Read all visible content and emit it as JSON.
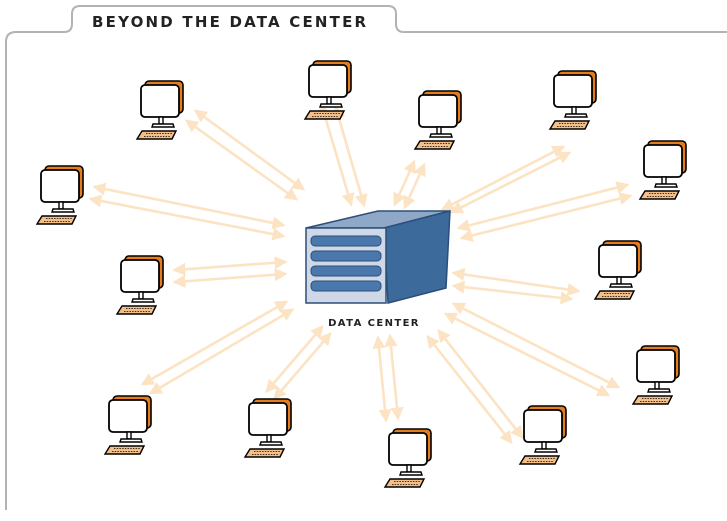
{
  "title": "BEYOND THE DATA CENTER",
  "center": {
    "label": "DATA CENTER"
  },
  "terminal_count": 13,
  "colors": {
    "frame": "#b3b3b3",
    "arrow": "#fbe3c3",
    "monitor_back": "#e57d1c",
    "monitor_front": "#ffffff",
    "keyboard": "#f4c08a",
    "server_front": "#cfd8e6",
    "server_side": "#3c6a9a",
    "server_top": "#8fa8c8",
    "server_drive": "#4a78ad"
  }
}
